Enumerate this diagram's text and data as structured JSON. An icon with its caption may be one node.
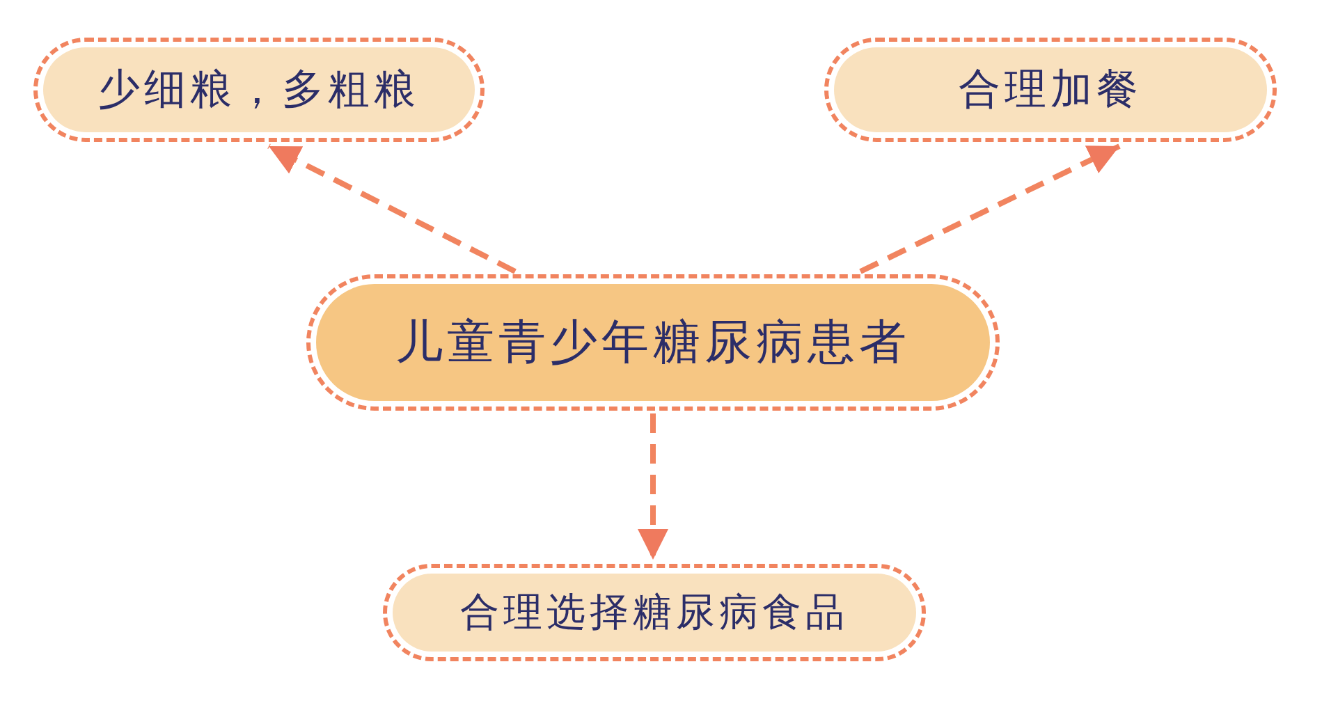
{
  "diagram": {
    "nodes": [
      {
        "text": [
          "少细粮，多粗粮"
        ]
      },
      {
        "text": [
          "合理加餐"
        ]
      },
      {
        "text": [
          "儿童青少年糖尿病患者"
        ]
      },
      {
        "text": [
          "合理选择糖尿病食品"
        ]
      }
    ],
    "edges": [
      {
        "from": 2,
        "to": 0,
        "arrow": "to",
        "style": "dashed"
      },
      {
        "from": 2,
        "to": 1,
        "arrow": "to",
        "style": "dashed"
      },
      {
        "from": 2,
        "to": 3,
        "arrow": "to",
        "style": "dashed"
      }
    ]
  }
}
